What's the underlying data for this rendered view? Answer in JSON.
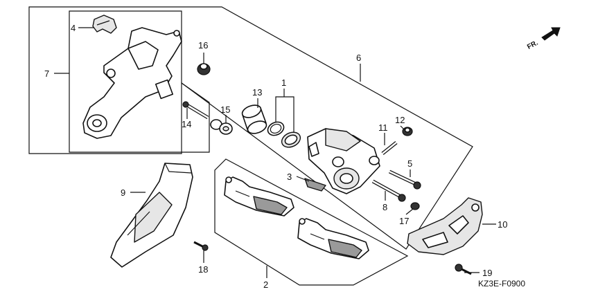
{
  "callouts": {
    "c1": "1",
    "c2": "2",
    "c3": "3",
    "c4": "4",
    "c5": "5",
    "c6": "6",
    "c7": "7",
    "c8": "8",
    "c9": "9",
    "c10": "10",
    "c11": "11",
    "c12": "12",
    "c13": "13",
    "c14": "14",
    "c15": "15",
    "c16": "16",
    "c17": "17",
    "c18": "18",
    "c19": "19"
  },
  "direction_label": "FR.",
  "diagram_code": "KZ3E-F0900"
}
